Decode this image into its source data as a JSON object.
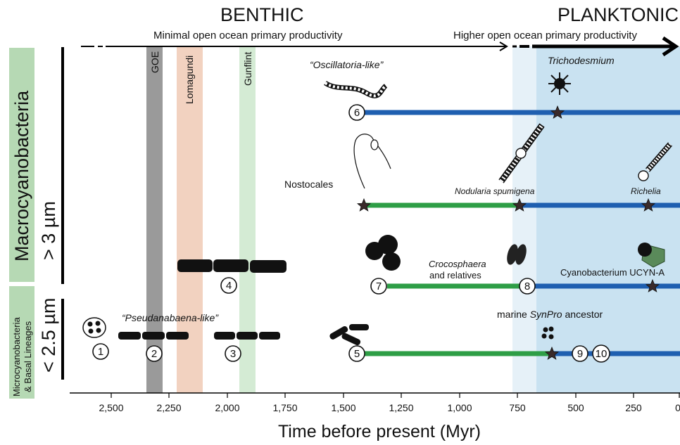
{
  "headers": {
    "benthic": "BENTHIC",
    "planktonic": "PLANKTONIC",
    "minimal": "Minimal open ocean primary productivity",
    "higher": "Higher open ocean primary productivity"
  },
  "side_labels": {
    "macro": "Macrocyanobacteria",
    "macro_size": "> 3 µm",
    "micro_line1": "Microcyanobacteria",
    "micro_line2": "& Basal Lineages",
    "micro_size": "< 2.5 µm"
  },
  "events": {
    "goe": "GOE",
    "lomagundi": "Lomagundi",
    "gunflint": "Gunflint"
  },
  "taxa": {
    "oscillatoria": "“Oscillatoria-like”",
    "trichodesmium": "Trichodesmium",
    "nostocales": "Nostocales",
    "nodularia": "Nodularia spumigena",
    "richelia": "Richelia",
    "crocosphaera": "Crocosphaera",
    "relatives": "and relatives",
    "ucyn": "Cyanobacterium UCYN-A",
    "pseudanabaena": "“Pseudanabaena-like”",
    "synpro_pre": "marine ",
    "synpro_it": "SynPro",
    "synpro_post": " ancestor"
  },
  "markers": [
    "1",
    "2",
    "3",
    "4",
    "5",
    "6",
    "7",
    "8",
    "9",
    "10"
  ],
  "x_axis": {
    "title": "Time before present (Myr)",
    "ticks": [
      "2,500",
      "2,250",
      "2,000",
      "1,750",
      "1,500",
      "1,250",
      "1,000",
      "750",
      "500",
      "250",
      "0"
    ]
  },
  "colors": {
    "blue_line": "#1f5fb0",
    "green_line": "#2e9e46",
    "goe_band": "#9a9a9a",
    "lomagundi_band": "#f2d2c0",
    "gunflint_band": "#d4ebd4",
    "light_blue": "#e6f1f8",
    "deep_blue": "#c9e2f1",
    "side_green": "#b6d9b4"
  }
}
